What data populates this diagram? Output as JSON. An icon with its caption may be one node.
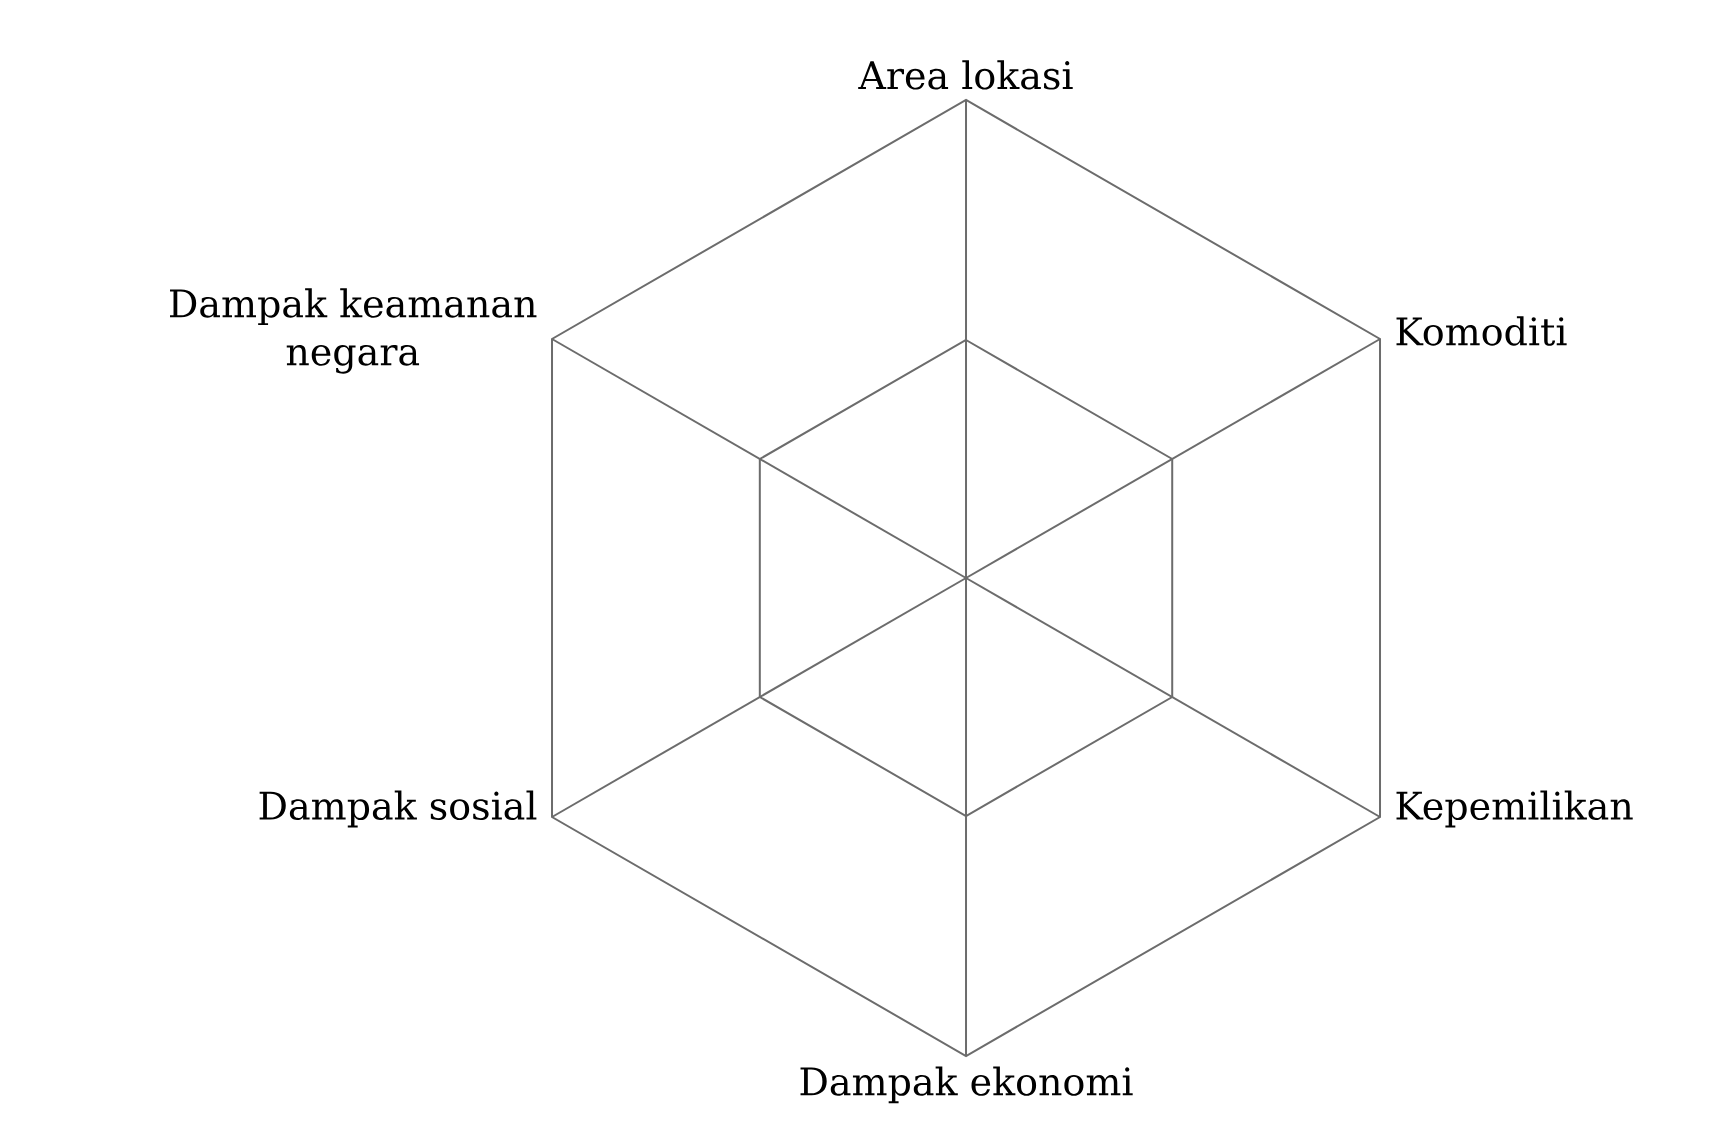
{
  "diagram": {
    "labels": [
      "Area lokasi",
      "Komoditi",
      "Kepemilikan",
      "Dampak ekonomi",
      "Dampak sosial",
      "Dampak keamanan negara"
    ]
  }
}
